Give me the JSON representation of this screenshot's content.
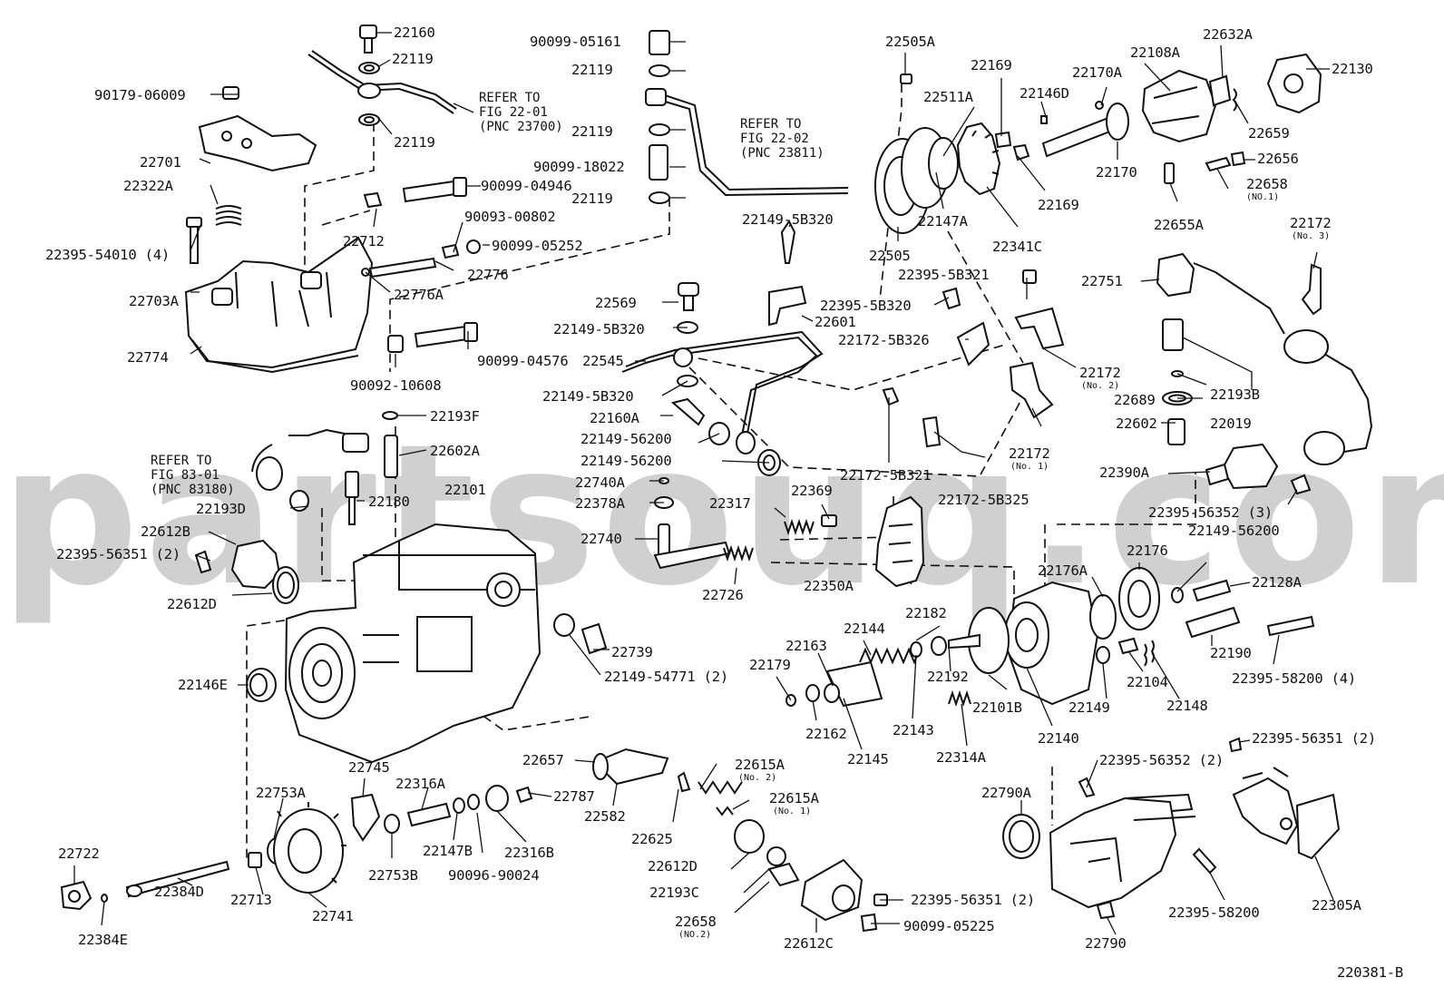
{
  "diagram_id": "220381-B",
  "watermark": "partsouq.com",
  "parts": {
    "p22160": "22160",
    "p22119a": "22119",
    "p22119b": "22119",
    "p90179": "90179-06009",
    "p22701": "22701",
    "p22322A": "22322A",
    "p22395_54010": "22395-54010 (4)",
    "p22703A": "22703A",
    "p22774": "22774",
    "p22712": "22712",
    "p22776": "22776",
    "p22776A": "22776A",
    "p90099_04946": "90099-04946",
    "p90093_00802": "90093-00802",
    "p90099_05252": "90099-05252",
    "p90099_05161": "90099-05161",
    "p22119c": "22119",
    "p22119d": "22119",
    "p90099_18022": "90099-18022",
    "p22119e": "22119",
    "p90099_04576": "90099-04576",
    "p90092_10608": "90092-10608",
    "p22193F": "22193F",
    "p22602A": "22602A",
    "p22180": "22180",
    "p22193D": "22193D",
    "p22101": "22101",
    "p22612B": "22612B",
    "p22395_56351a": "22395-56351 (2)",
    "p22612D": "22612D",
    "p22146E": "22146E",
    "p22569": "22569",
    "p22149_5B320a": "22149-5B320",
    "p22545": "22545",
    "p22149_5B320b": "22149-5B320",
    "p22160A": "22160A",
    "p22149_56200a": "22149-56200",
    "p22149_56200b": "22149-56200",
    "p22740A": "22740A",
    "p22378A": "22378A",
    "p22740": "22740",
    "p22317": "22317",
    "p22369": "22369",
    "p22726": "22726",
    "p22739": "22739",
    "p22149_54771": "22149-54771 (2)",
    "p22149_5B320c": "22149-5B320",
    "p22601": "22601",
    "p22395_5B321": "22395-5B321",
    "p22395_5B320": "22395-5B320",
    "p22172_5B326": "22172-5B326",
    "p22172_no2": "22172",
    "p22172_no2_sub": "(No. 2)",
    "p22172_no1": "22172",
    "p22172_no1_sub": "(No. 1)",
    "p22172_5B321": "22172-5B321",
    "p22172_5B325": "22172-5B325",
    "p22350A": "22350A",
    "p22505A": "22505A",
    "p22511A": "22511A",
    "p22169a": "22169",
    "p22169b": "22169",
    "p22147A": "22147A",
    "p22341C": "22341C",
    "p22505": "22505",
    "p22146D": "22146D",
    "p22170A": "22170A",
    "p22108A": "22108A",
    "p22170": "22170",
    "p22632A": "22632A",
    "p22130": "22130",
    "p22659": "22659",
    "p22656": "22656",
    "p22658_no1": "22658",
    "p22658_no1_sub": "(NO.1)",
    "p22655A": "22655A",
    "p22172_no3": "22172",
    "p22172_no3_sub": "(No. 3)",
    "p22751": "22751",
    "p22193B": "22193B",
    "p22689": "22689",
    "p22019": "22019",
    "p22602": "22602",
    "p22390A": "22390A",
    "p22395_56352a": "22395-56352 (3)",
    "p22149_56200c": "22149-56200",
    "p22176": "22176",
    "p22176A": "22176A",
    "p22128A": "22128A",
    "p22190": "22190",
    "p22395_58200a": "22395-58200 (4)",
    "p22182": "22182",
    "p22144": "22144",
    "p22163": "22163",
    "p22179": "22179",
    "p22192": "22192",
    "p22101B": "22101B",
    "p22140": "22140",
    "p22149": "22149",
    "p22104": "22104",
    "p22148": "22148",
    "p22162": "22162",
    "p22145": "22145",
    "p22143": "22143",
    "p22314A": "22314A",
    "p22657": "22657",
    "p22582": "22582",
    "p22625": "22625",
    "p22615A_no2": "22615A",
    "p22615A_no2_sub": "(No. 2)",
    "p22615A_no1": "22615A",
    "p22615A_no1_sub": "(No. 1)",
    "p22612D_b": "22612D",
    "p22193C": "22193C",
    "p22658_no2": "22658",
    "p22658_no2_sub": "(NO.2)",
    "p22612C": "22612C",
    "p22395_56351b": "22395-56351 (2)",
    "p90099_05225": "90099-05225",
    "p22745": "22745",
    "p22753A": "22753A",
    "p22316A": "22316A",
    "p22787": "22787",
    "p22147B": "22147B",
    "p22316B": "22316B",
    "p90096_90024": "90096-90024",
    "p22753B": "22753B",
    "p22722": "22722",
    "p22713": "22713",
    "p22741": "22741",
    "p22384E": "22384E",
    "p22384D": "22384D",
    "p22395_56352b": "22395-56352 (2)",
    "p22395_56351c": "22395-56351 (2)",
    "p22790A": "22790A",
    "p22395_58200b": "22395-58200",
    "p22305A": "22305A",
    "p22790": "22790"
  },
  "refs": {
    "r1a": "REFER TO",
    "r1b": "FIG 22-01",
    "r1c": "(PNC 23700)",
    "r2a": "REFER TO",
    "r2b": "FIG 22-02",
    "r2c": "(PNC 23811)",
    "r3a": "REFER TO",
    "r3b": "FIG 83-01",
    "r3c": "(PNC 83180)"
  }
}
